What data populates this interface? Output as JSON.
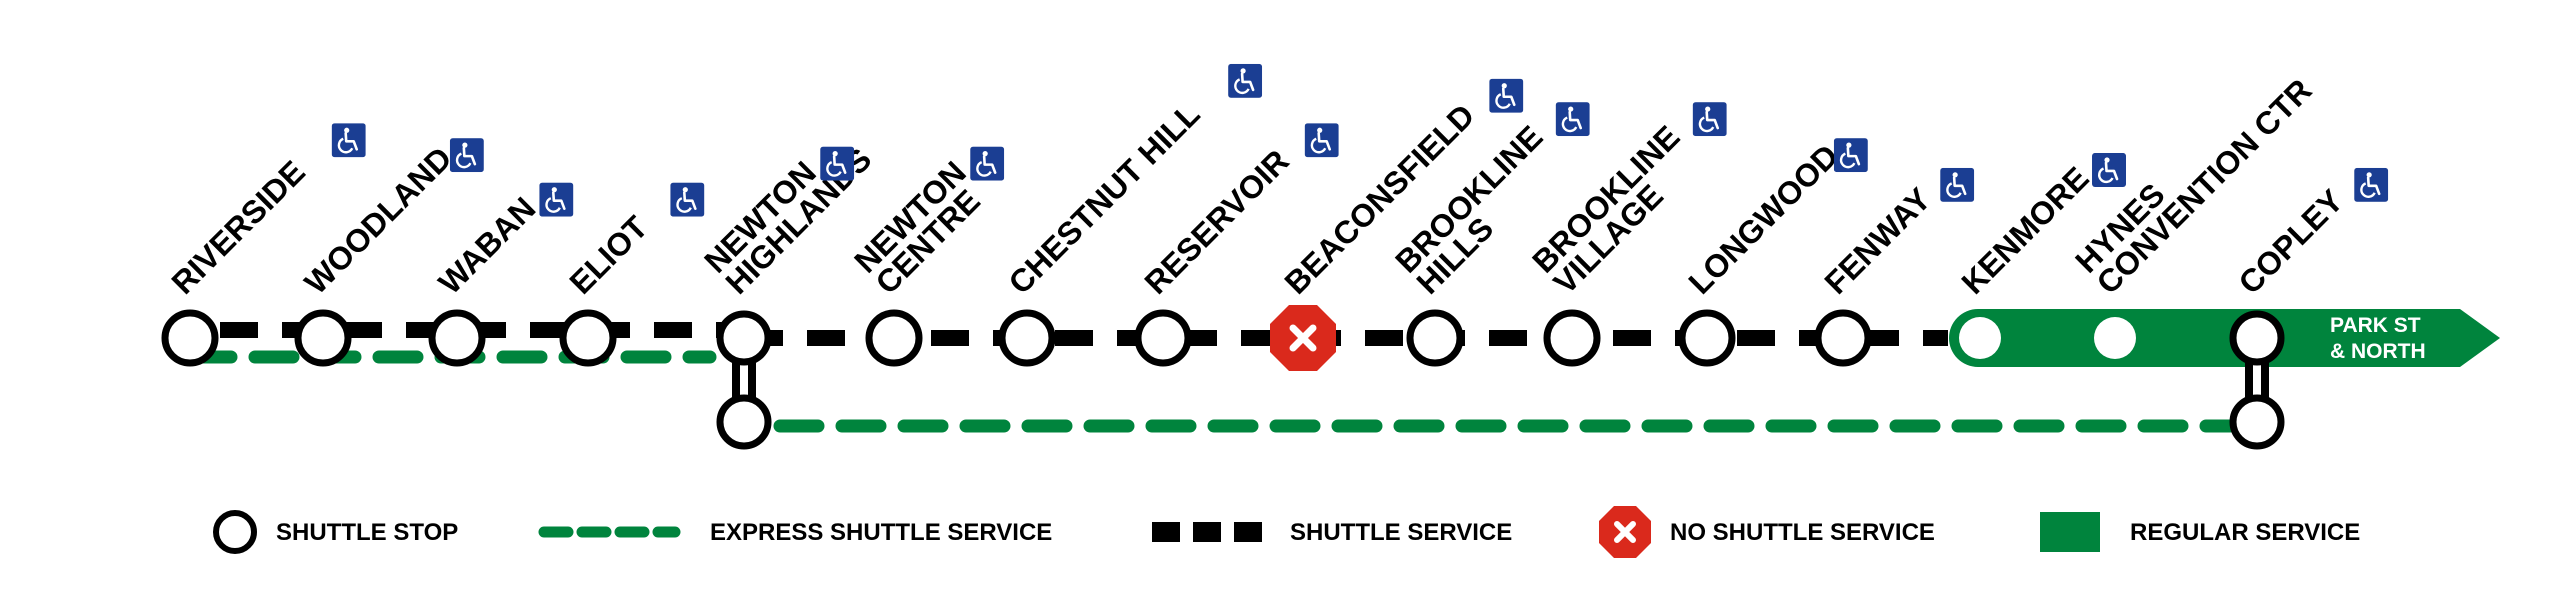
{
  "colors": {
    "green": "#00843D",
    "black": "#000000",
    "red": "#DA291C",
    "access_blue": "#1B3E93",
    "white": "#FFFFFF"
  },
  "stations": [
    {
      "lines": [
        "RIVERSIDE"
      ],
      "accessible": true,
      "status": "shuttle-stop"
    },
    {
      "lines": [
        "WOODLAND"
      ],
      "accessible": true,
      "status": "shuttle-stop"
    },
    {
      "lines": [
        "WABAN"
      ],
      "accessible": true,
      "status": "shuttle-stop"
    },
    {
      "lines": [
        "ELIOT"
      ],
      "accessible": true,
      "status": "shuttle-stop"
    },
    {
      "lines": [
        "NEWTON",
        "HIGHLANDS"
      ],
      "accessible": true,
      "status": "express-stop"
    },
    {
      "lines": [
        "NEWTON",
        "CENTRE"
      ],
      "accessible": true,
      "status": "shuttle-stop"
    },
    {
      "lines": [
        "CHESTNUT HILL"
      ],
      "accessible": true,
      "status": "shuttle-stop"
    },
    {
      "lines": [
        "RESERVOIR"
      ],
      "accessible": true,
      "status": "shuttle-stop"
    },
    {
      "lines": [
        "BEACONSFIELD"
      ],
      "accessible": true,
      "status": "no-shuttle"
    },
    {
      "lines": [
        "BROOKLINE",
        "HILLS"
      ],
      "accessible": true,
      "status": "shuttle-stop"
    },
    {
      "lines": [
        "BROOKLINE",
        "VILLAGE"
      ],
      "accessible": true,
      "status": "shuttle-stop"
    },
    {
      "lines": [
        "LONGWOOD"
      ],
      "accessible": true,
      "status": "shuttle-stop"
    },
    {
      "lines": [
        "FENWAY"
      ],
      "accessible": true,
      "status": "shuttle-stop"
    },
    {
      "lines": [
        "KENMORE"
      ],
      "accessible": true,
      "status": "regular"
    },
    {
      "lines": [
        "HYNES",
        "CONVENTION CTR"
      ],
      "accessible": false,
      "status": "regular"
    },
    {
      "lines": [
        "COPLEY"
      ],
      "accessible": true,
      "status": "express-stop"
    }
  ],
  "destination": {
    "line1": "PARK ST",
    "line2": "& NORTH"
  },
  "legend": {
    "shuttle_stop": "SHUTTLE STOP",
    "express": "EXPRESS SHUTTLE SERVICE",
    "shuttle": "SHUTTLE SERVICE",
    "no_shuttle": "NO SHUTTLE SERVICE",
    "regular": "REGULAR SERVICE"
  },
  "icons": {
    "accessible": "wheelchair-icon",
    "no_service": "no-service-icon"
  }
}
